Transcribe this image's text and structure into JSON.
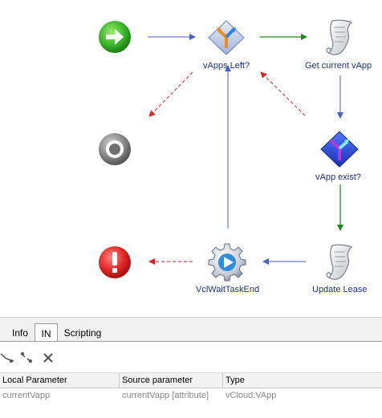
{
  "workflow": {
    "nodes": {
      "start": {
        "icon": "start-arrow-icon"
      },
      "vapps_left": {
        "label": "vApps Left?",
        "icon": "decision-icon"
      },
      "get_current_vapp": {
        "label": "Get current vApp",
        "icon": "script-task-icon"
      },
      "end_success": {
        "icon": "end-icon"
      },
      "vapp_exist": {
        "label": "vApp exist?",
        "icon": "decision-icon"
      },
      "throw_exception": {
        "icon": "exception-icon"
      },
      "vcl_wait_task_end": {
        "label": "VclWaitTaskEnd",
        "icon": "workflow-element-icon"
      },
      "update_lease": {
        "label": "Update Lease",
        "icon": "script-task-icon"
      }
    },
    "colors": {
      "default_link": "#4a5fc1",
      "true_link": "#1c8a1c",
      "false_link": "#e02020",
      "label": "#1f2f8c"
    }
  },
  "panel": {
    "tabs": [
      {
        "label": "Info",
        "active": false
      },
      {
        "label": "IN",
        "active": true
      },
      {
        "label": "Scripting",
        "active": false
      }
    ],
    "toolbar": [
      {
        "icon": "bind-icon"
      },
      {
        "icon": "unbind-icon"
      },
      {
        "icon": "delete-icon"
      }
    ],
    "table": {
      "columns": [
        "Local Parameter",
        "Source parameter",
        "Type"
      ],
      "rows": [
        {
          "local": "currentVapp",
          "source": "currentVapp [attribute]",
          "type": "vCloud:VApp"
        }
      ]
    }
  }
}
